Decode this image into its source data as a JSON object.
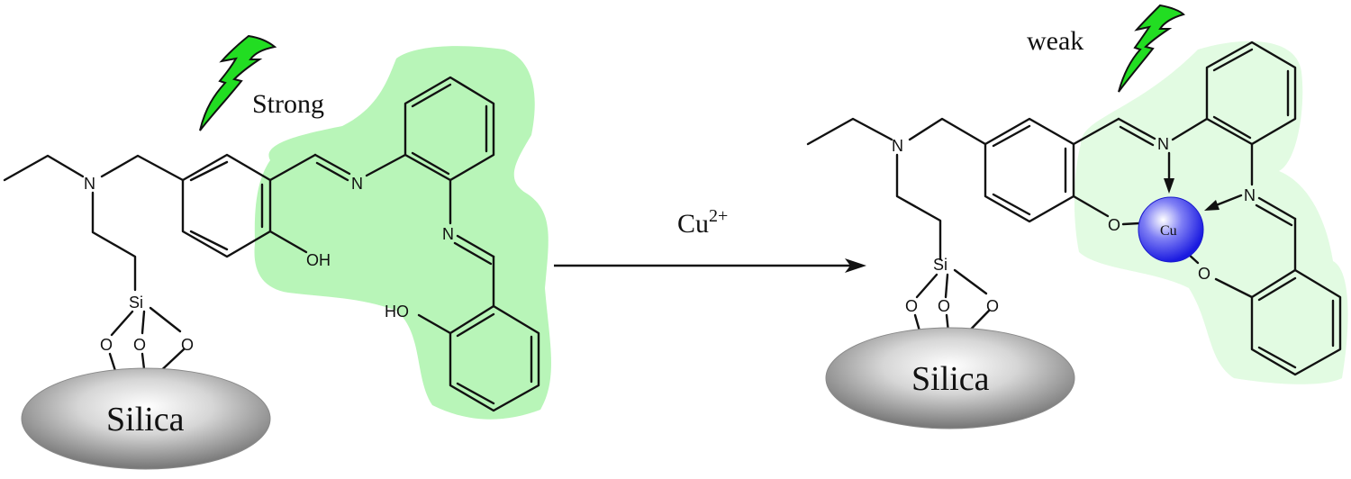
{
  "figure": {
    "type": "reaction-scheme",
    "description": "Silica-supported Schiff base fluorescent sensor binding Cu2+, fluorescence goes from strong to weak"
  },
  "left_molecule": {
    "emission_label": "Strong",
    "support_label": "Silica",
    "atoms": {
      "amine_n": "N",
      "imine_n1": "N",
      "imine_n2": "N",
      "hydroxyl_1": "OH",
      "hydroxyl_2": "HO",
      "silicon": "Si",
      "oxygen_1": "O",
      "oxygen_2": "O",
      "oxygen_3": "O"
    },
    "highlight_color": "#b8f5b8",
    "bolt_color": "#22dd22"
  },
  "reaction": {
    "reagent_base": "Cu",
    "reagent_charge": "2+",
    "arrow_direction": "right"
  },
  "right_molecule": {
    "emission_label": "weak",
    "support_label": "Silica",
    "metal_label": "Cu",
    "atoms": {
      "amine_n": "N",
      "imine_n1": "N",
      "imine_n2": "N",
      "phenoxide_o1": "O",
      "phenoxide_o2": "O",
      "silicon": "Si",
      "oxygen_1": "O",
      "oxygen_2": "O",
      "oxygen_3": "O"
    },
    "highlight_color": "#e2fbe2",
    "metal_color": "#2a2aee",
    "bolt_color": "#22dd22"
  }
}
